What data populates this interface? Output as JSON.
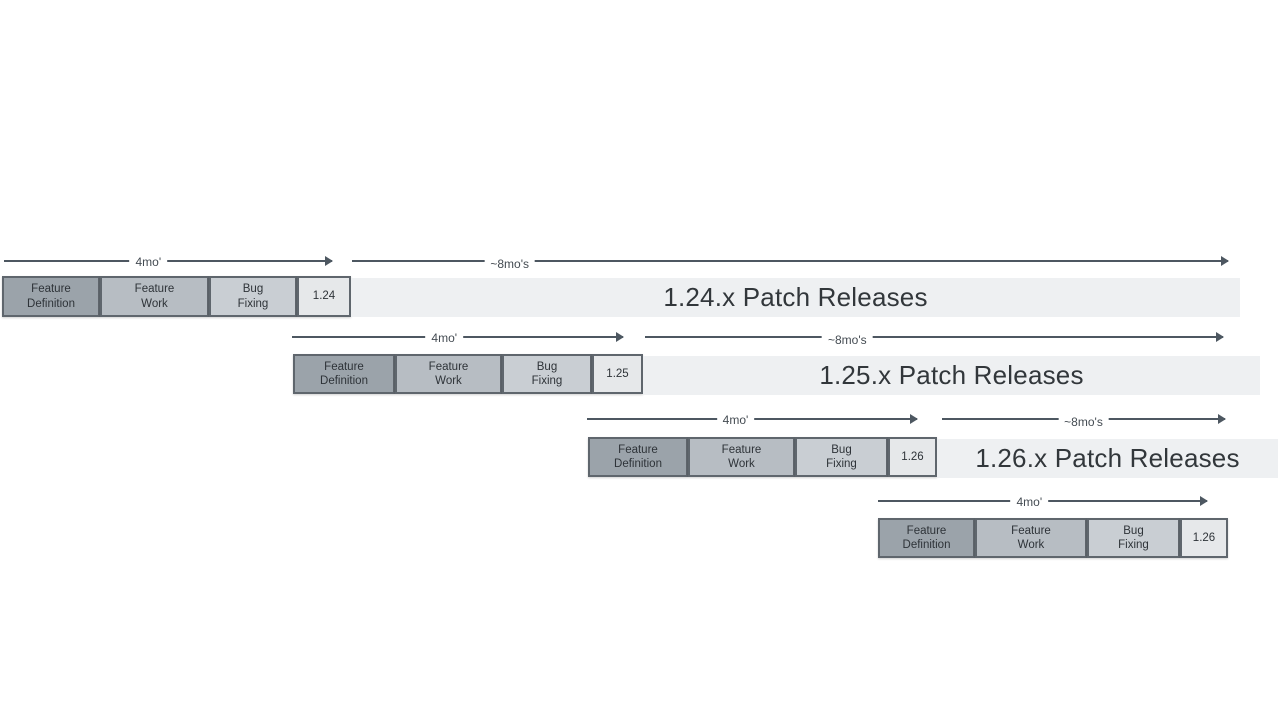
{
  "background": "#ffffff",
  "labels": {
    "four_mo": "4mo'",
    "eight_mo": "~8mo's"
  },
  "phases": [
    "Feature\nDefinition",
    "Feature\nWork",
    "Bug\nFixing"
  ],
  "colors": {
    "feature_definition_fill": "#9ba3aa",
    "feature_work_fill": "#b7bdc3",
    "bug_fixing_fill": "#c9ced3",
    "version_box_fill": "#e6e8ea",
    "patch_bar_fill": "#eef0f2",
    "box_border": "#5f666d",
    "arrow": "#4d5761",
    "text": "#2e3338"
  },
  "cycles": [
    {
      "version": "1.24",
      "patch_label": "1.24.x Patch Releases"
    },
    {
      "version": "1.25",
      "patch_label": "1.25.x Patch Releases"
    },
    {
      "version": "1.26",
      "patch_label": "1.26.x Patch Releases"
    },
    {
      "version": "1.26",
      "patch_label": ""
    }
  ]
}
